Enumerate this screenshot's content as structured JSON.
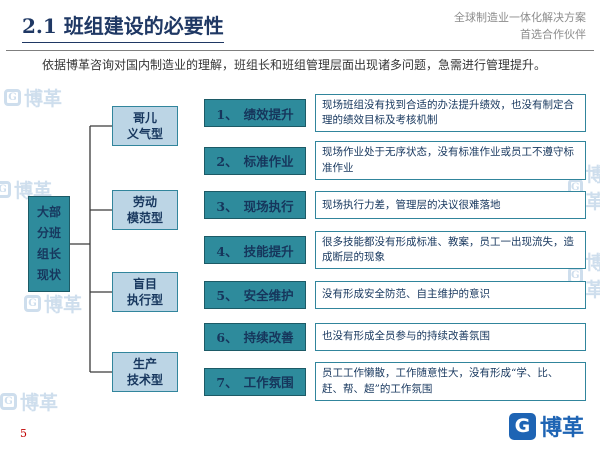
{
  "header": {
    "title": "2.1 班组建设的必要性",
    "tagline_line1": "全球制造业一体化解决方案",
    "tagline_line2": "首选合作伙伴"
  },
  "intro": "依据博革咨询对国内制造业的理解，班组长和班组管理层面出现诸多问题，急需进行管理提升。",
  "diagram": {
    "root": "大部\n分班\n组长\n现状",
    "types": [
      "哥儿\n义气型",
      "劳动\n模范型",
      "盲目\n执行型",
      "生产\n技术型"
    ]
  },
  "issues": [
    {
      "num": "1、",
      "label": "绩效提升",
      "desc": "现场班组没有找到合适的办法提升绩效，也没有制定合理的绩效目标及考核机制"
    },
    {
      "num": "2、",
      "label": "标准作业",
      "desc": "现场作业处于无序状态，没有标准作业或员工不遵守标准作业"
    },
    {
      "num": "3、",
      "label": "现场执行",
      "desc": "现场执行力差，管理层的决议很难落地"
    },
    {
      "num": "4、",
      "label": "技能提升",
      "desc": "很多技能都没有形成标准、教案，员工一出现流失，造成断层的现象"
    },
    {
      "num": "5、",
      "label": "安全维护",
      "desc": "没有形成安全防范、自主维护的意识"
    },
    {
      "num": "6、",
      "label": "持续改善",
      "desc": "也没有形成全员参与的持续改善氛围"
    },
    {
      "num": "7、",
      "label": "工作氛围",
      "desc": "员工工作懒散，工作随意性大，没有形成“学、比、赶、帮、超”的工作氛围"
    }
  ],
  "watermark_text": "博革",
  "footer": {
    "page_number": "5",
    "logo_text": "博革",
    "logo_mark_glyph": "G"
  },
  "colors": {
    "accent_teal": "#2E8B9C",
    "box_border_teal": "#31859C",
    "light_blue_box": "#BCD5E5",
    "navy_text": "#17375E",
    "title_navy": "#1F3864",
    "logo_blue": "#1E64B4",
    "page_number_red": "#C00000",
    "watermark_blue": "#9FBEDC"
  }
}
